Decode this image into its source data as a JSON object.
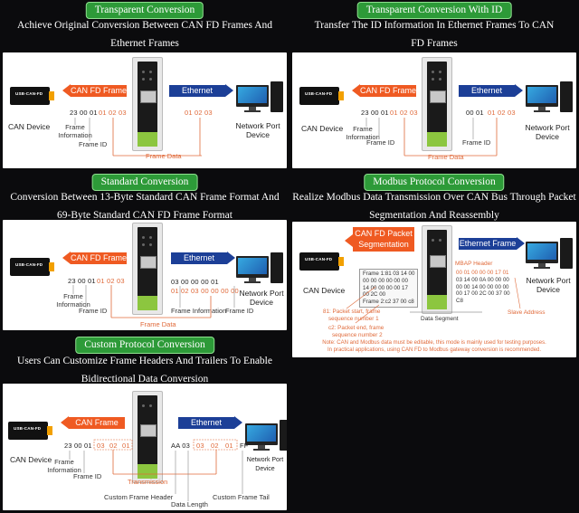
{
  "colors": {
    "banner_green": "#2d9a38",
    "can_red": "#ef5a22",
    "eth_blue": "#1c3f97",
    "accent_orange": "#e06a3a"
  },
  "common": {
    "can_fd_frame": "CAN FD Frame",
    "ethernet_frame": "Ethernet Frame",
    "can_frame": "CAN Frame",
    "can_device": "CAN Device",
    "network_port_device": "Network Port Device",
    "frame_information": "Frame Information",
    "frame_id": "Frame ID",
    "frame_data": "Frame Data",
    "usb_label": "USB-CAN-FD"
  },
  "panels": {
    "p1": {
      "title": "Transparent Conversion",
      "subtitle_line1": "Achieve Original Conversion Between CAN FD Frames And",
      "subtitle_line2": "Ethernet Frames",
      "can_hex_a": "23 00 01",
      "can_hex_b": "01 02 03",
      "eth_hex": "01 02 03"
    },
    "p2": {
      "title": "Transparent Conversion With ID",
      "subtitle_line1": "Transfer The ID Information In Ethernet Frames To CAN",
      "subtitle_line2": "FD Frames",
      "can_hex_a": "23 00 01",
      "can_hex_b": "01 02 03",
      "eth_hex_a": "00 01",
      "eth_hex_b": "01 02 03"
    },
    "p3": {
      "title": "Standard Conversion",
      "subtitle_line1": "Conversion Between 13-Byte Standard CAN Frame Format And",
      "subtitle_line2": "69-Byte Standard CAN FD Frame Format",
      "can_hex_a": "23 00 01",
      "can_hex_b": "01 02 03",
      "eth_hex_line1": "03 00 00 00 01",
      "eth_hex_line2": "01 02 03 00 00 00 00"
    },
    "p4": {
      "title": "Modbus Protocol Conversion",
      "subtitle_line1": "Realize Modbus Data Transmission Over CAN Bus Through Packet",
      "subtitle_line2": "Segmentation And Reassembly",
      "can_packet_line1": "CAN FD Packet",
      "can_packet_line2": "Segmentation",
      "seg_lines": [
        "Frame 1:81 03 14 00",
        "00 00 00 00 00 00",
        "14 00 00 00 00 17",
        "00 2C 00",
        "Frame 2:c2 37 00 c8"
      ],
      "mbap_header": "MBAP Header",
      "eth_lines": [
        "00 01 00 00 00 17  01",
        "03 14 00 0A 00 00 00",
        "00 00 14 00 00 00 00",
        "00 17 00 2C 00 37 00",
        "C8"
      ],
      "note_81_line1": "81: Packet start, frame",
      "note_81_line2": "sequence number 1",
      "note_c2_line1": "c2: Packet end, frame",
      "note_c2_line2": "sequence number 2",
      "data_segment": "Data Segment",
      "slave_address": "Slave Address",
      "note_line1": "Note: CAN and Modbus data must be editable, this mode is mainly used for testing purposes.",
      "note_line2": "In practical applications, using CAN FD to Modbus gateway conversion is recommended."
    },
    "p5": {
      "title": "Custom Protocol Conversion",
      "subtitle_line1": "Users Can Customize Frame Headers And Trailers To Enable",
      "subtitle_line2": "Bidirectional Data Conversion",
      "can_hex_a": "23 00 01",
      "can_hex_b": [
        "03",
        "02",
        "01"
      ],
      "eth_hex_head": "AA 03",
      "eth_hex_data": [
        "03",
        "02",
        "01"
      ],
      "eth_hex_tail": "FF",
      "transmission": "Transmission",
      "custom_header": "Custom Frame Header",
      "data_length": "Data Length",
      "custom_tail": "Custom Frame Tail"
    }
  }
}
